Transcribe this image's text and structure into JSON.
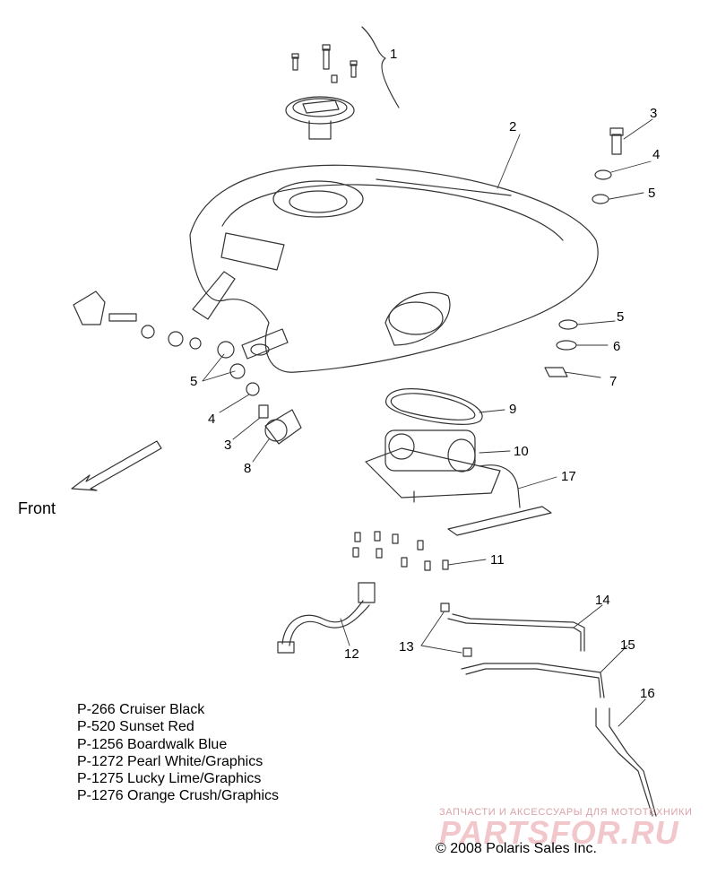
{
  "diagram": {
    "callouts": [
      "1",
      "2",
      "3",
      "4",
      "5",
      "5",
      "6",
      "7",
      "5",
      "4",
      "3",
      "8",
      "9",
      "10",
      "17",
      "11",
      "12",
      "13",
      "14",
      "15",
      "16"
    ],
    "front_label": "Front",
    "legend": [
      "P-266  Cruiser Black",
      "P-520  Sunset Red",
      "P-1256 Boardwalk Blue",
      "P-1272 Pearl White/Graphics",
      "P-1275 Lucky Lime/Graphics",
      "P-1276 Orange Crush/Graphics"
    ],
    "watermark_tagline": "ЗАПЧАСТИ И АКСЕССУАРЫ ДЛЯ МОТОТЕХНИКИ",
    "watermark_logo": "PARTSFOR.RU",
    "copyright": "© 2008 Polaris Sales Inc."
  }
}
